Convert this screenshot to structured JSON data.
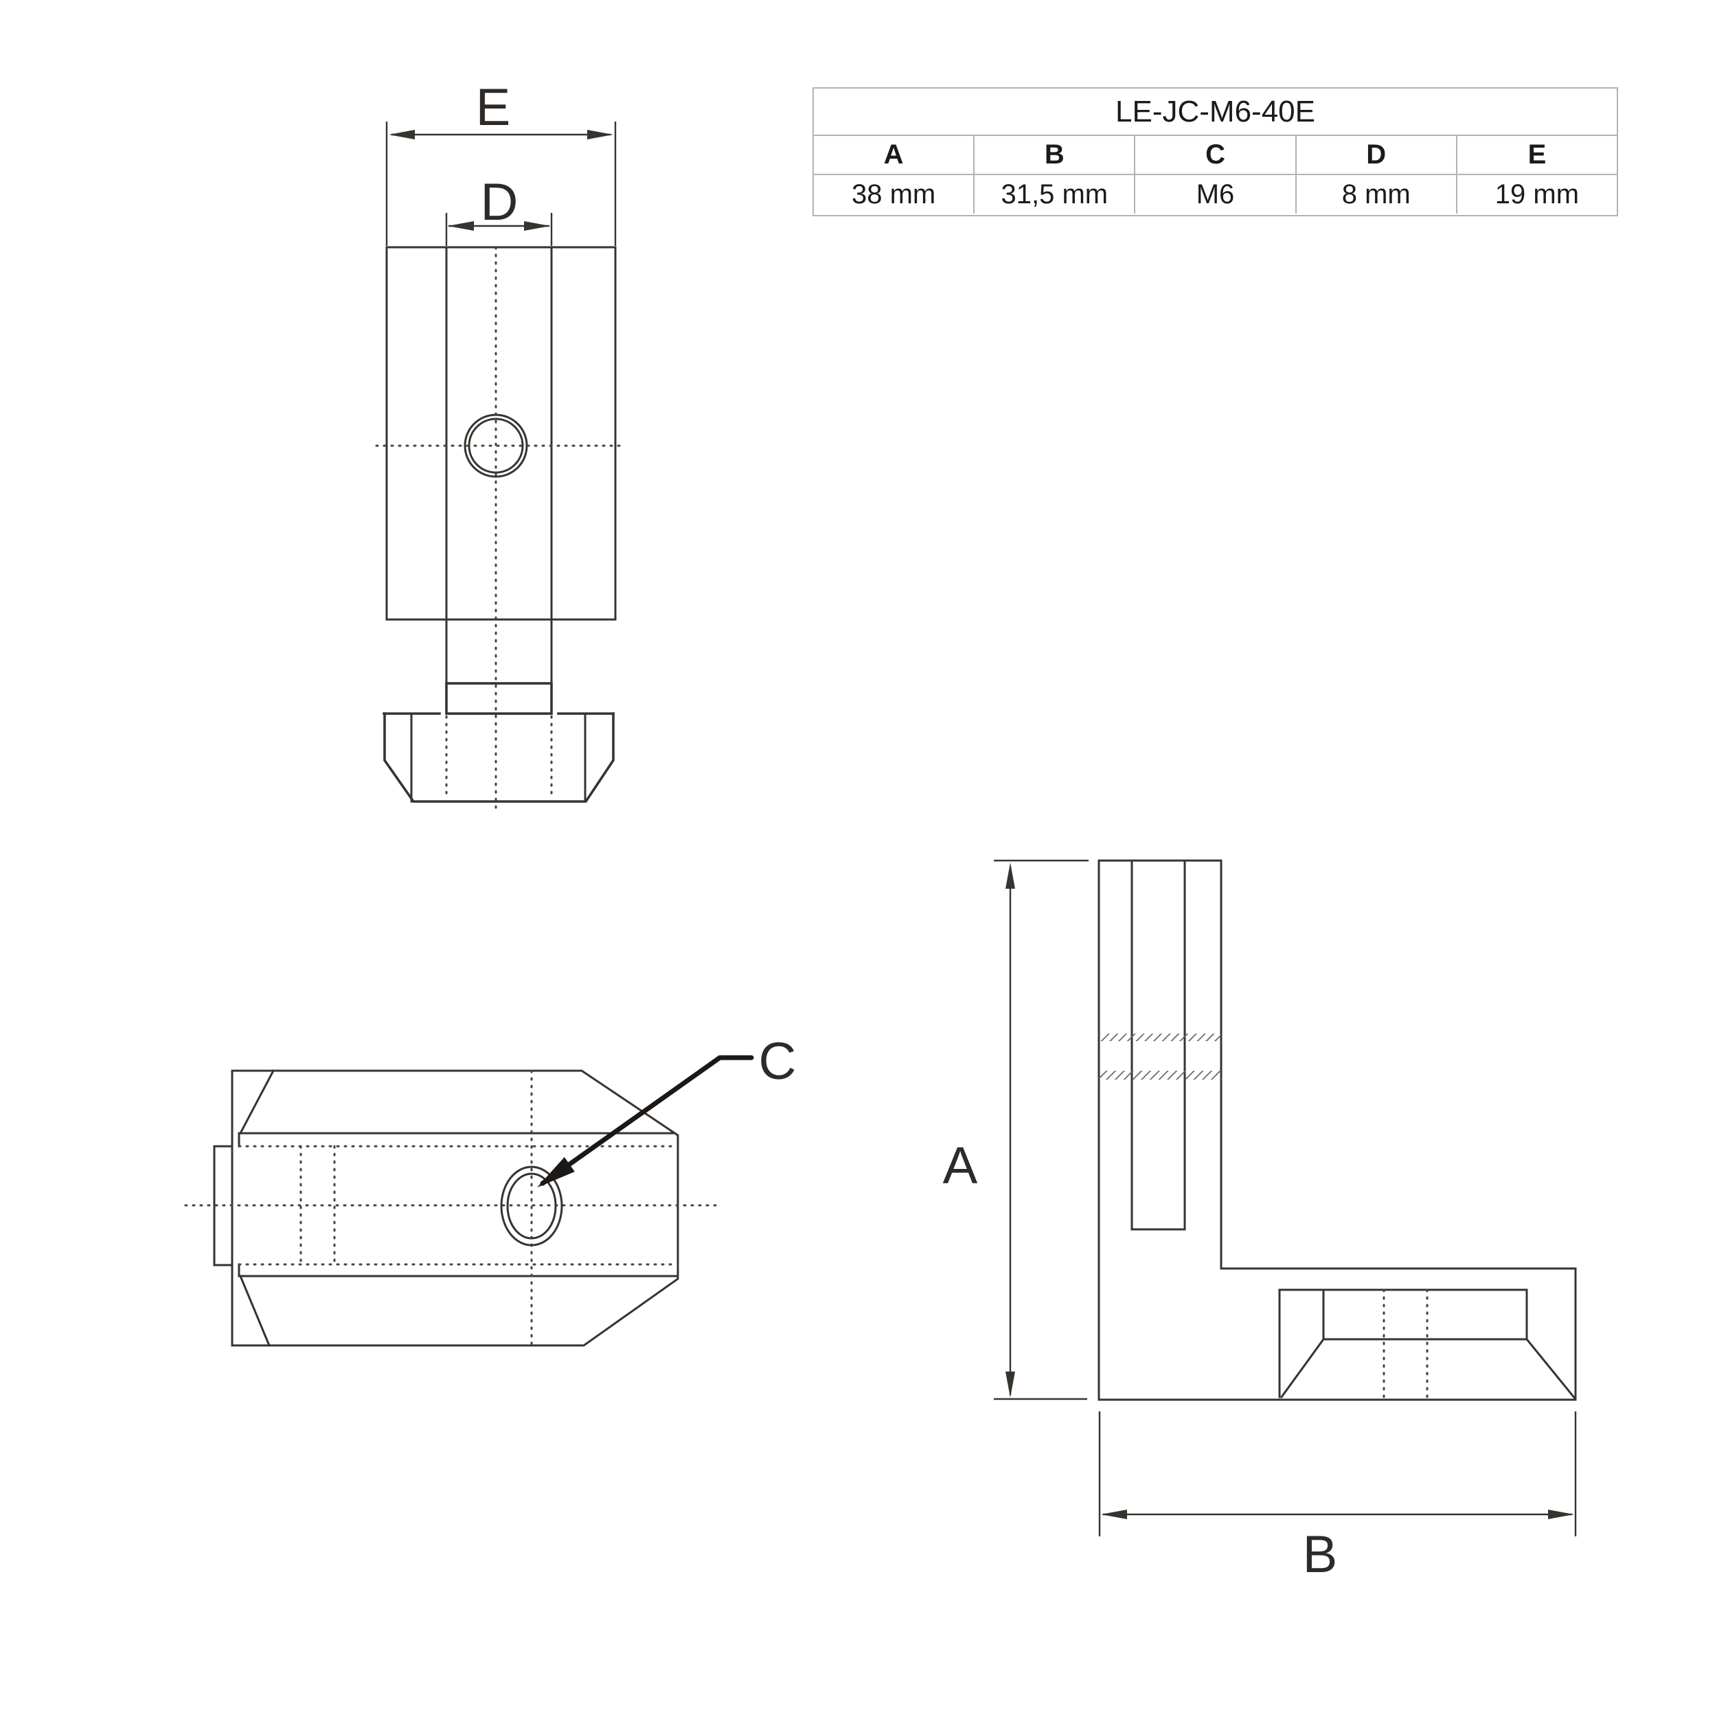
{
  "table": {
    "title": "LE-JC-M6-40E",
    "headers": [
      "A",
      "B",
      "C",
      "D",
      "E"
    ],
    "values": [
      "38 mm",
      "31,5 mm",
      "M6",
      "8 mm",
      "19 mm"
    ]
  },
  "views": {
    "front": {
      "width_label": "E",
      "slot_label": "D"
    },
    "side": {
      "thread_label": "C"
    },
    "bracket": {
      "height_label": "A",
      "width_label": "B"
    }
  },
  "colors": {
    "line": "#37332f",
    "dotted": "#46423f",
    "leader": "#1c1815",
    "table_border": "#b5b2af",
    "text": "#1e1a18",
    "background": "#ffffff"
  }
}
